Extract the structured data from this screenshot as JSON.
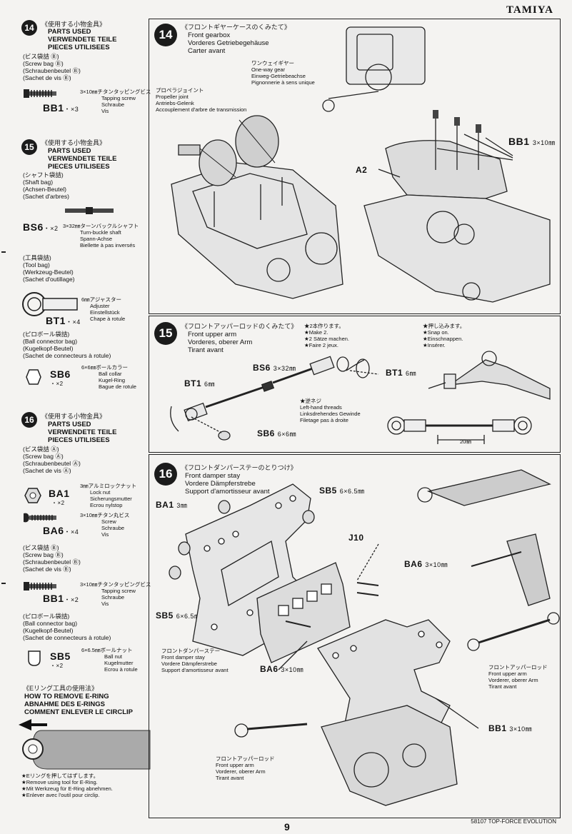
{
  "brand": "TAMIYA",
  "page_number": "9",
  "footer": "58107 TOP-FORCE EVOLUTION",
  "left": {
    "s14": {
      "num": "14",
      "jp": "《使用する小物金具》",
      "hdr": [
        "PARTS USED",
        "VERWENDETE TEILE",
        "PIECES UTILISEES"
      ],
      "bag_jp": "(ビス袋詰 Ⓑ)",
      "bag": [
        "(Screw bag Ⓑ)",
        "(Schraubenbeutel Ⓑ)",
        "(Sachet de vis Ⓑ)"
      ],
      "part_jp": "3×10㎜チタンタッピングビス",
      "part_desc": [
        "Tapping screw",
        "Schraube",
        "Vis"
      ],
      "code": "BB1",
      "qty": "・×3"
    },
    "s15": {
      "num": "15",
      "jp": "《使用する小物金具》",
      "hdr": [
        "PARTS USED",
        "VERWENDETE TEILE",
        "PIECES UTILISEES"
      ],
      "shaft_jp": "(シャフト袋詰)",
      "shaft": [
        "(Shaft bag)",
        "(Achsen-Beutel)",
        "(Sachet d'arbres)"
      ],
      "bs6_code": "BS6",
      "bs6_qty": "・×2",
      "bs6_jp": "3×32㎜ターンバックルシャフト",
      "bs6_desc": [
        "Turn-buckle shaft",
        "Spann-Achse",
        "Biellette à pas inversés"
      ],
      "tool_jp": "(工具袋詰)",
      "tool": [
        "(Tool bag)",
        "(Werkzeug-Beutel)",
        "(Sachet d'outillage)"
      ],
      "bt1_jp": "6㎜アジャスター",
      "bt1_desc": [
        "Adjuster",
        "Einstellstück",
        "Chape à rotule"
      ],
      "bt1_code": "BT1",
      "bt1_qty": "・×4",
      "ball_jp": "(ピロボール袋詰)",
      "ball": [
        "(Ball connector bag)",
        "(Kugelkopf-Beutel)",
        "(Sachet de connecteurs à rotule)"
      ],
      "sb6_jp": "6×6㎜ボールカラー",
      "sb6_desc": [
        "Ball collar",
        "Kugel-Ring",
        "Bague de rotule"
      ],
      "sb6_code": "SB6",
      "sb6_qty": "・×2"
    },
    "s16": {
      "num": "16",
      "jp": "《使用する小物金具》",
      "hdr": [
        "PARTS USED",
        "VERWENDETE TEILE",
        "PIECES UTILISEES"
      ],
      "bagA_jp": "(ビス袋詰 Ⓐ)",
      "bagA": [
        "(Screw bag Ⓐ)",
        "(Schraubenbeutel Ⓐ)",
        "(Sachet de vis Ⓐ)"
      ],
      "ba1_jp": "3㎜アルミロックナット",
      "ba1_desc": [
        "Lock nut",
        "Sicherungsmutter",
        "Ecrou nylstop"
      ],
      "ba1_code": "BA1",
      "ba1_qty": "・×2",
      "ba6_jp": "3×10㎜チタン丸ビス",
      "ba6_desc": [
        "Screw",
        "Schraube",
        "Vis"
      ],
      "ba6_code": "BA6",
      "ba6_qty": "・×4",
      "bagB_jp": "(ビス袋詰 Ⓑ)",
      "bagB": [
        "(Screw bag Ⓑ)",
        "(Schraubenbeutel Ⓑ)",
        "(Sachet de vis Ⓑ)"
      ],
      "bb1_jp": "3×10㎜チタンタッピングビス",
      "bb1_desc": [
        "Tapping screw",
        "Schraube",
        "Vis"
      ],
      "bb1_code": "BB1",
      "bb1_qty": "・×2",
      "ball_jp": "(ピロボール袋詰)",
      "ball": [
        "(Ball connector bag)",
        "(Kugelkopf-Beutel)",
        "(Sachet de connecteurs à rotule)"
      ],
      "sb5_jp": "6×6.5㎜ボールナット",
      "sb5_desc": [
        "Ball nut",
        "Kugelmutter",
        "Ecrou à rotule"
      ],
      "sb5_code": "SB5",
      "sb5_qty": "・×2"
    },
    "ering": {
      "jp": "《Eリング工具の使用法》",
      "hdr": [
        "HOW TO REMOVE E-RING",
        "ABNAHME DES E-RINGS",
        "COMMENT ENLEVER LE CIRCLIP"
      ],
      "note_jp": "★Eリングを押してはずします。",
      "notes": [
        "★Remove using tool for E-Ring.",
        "★Mit Werkzeug für E-Ring abnehmen.",
        "★Enlever avec l'outil pour circlip."
      ]
    }
  },
  "panel14": {
    "num": "14",
    "jp": "《フロントギヤーケースのくみたて》",
    "title": [
      "Front gearbox",
      "Vorderes Getriebegehäuse",
      "Carter avant"
    ],
    "oneway_jp": "ワンウェイギヤー",
    "oneway": [
      "One-way gear",
      "Einweg-Getriebeachse",
      "Pignonnerie à sens unique"
    ],
    "prop_jp": "プロペラジョイント",
    "prop": [
      "Propeller joint",
      "Antriebs-Gelenk",
      "Accouplement d'arbre de transmission"
    ],
    "bb1_code": "BB1",
    "bb1_size": "3×10㎜",
    "a2": "A2"
  },
  "panel15": {
    "num": "15",
    "jp": "《フロントアッパーロッドのくみたて》",
    "title": [
      "Front upper arm",
      "Vorderes, oberer Arm",
      "Tirant avant"
    ],
    "make_jp": "★2本作ります。",
    "make": [
      "★Make 2.",
      "★2 Sätze machen.",
      "★Faire 2 jeux."
    ],
    "snap_jp": "★押し込みます。",
    "snap": [
      "★Snap on.",
      "★Einschnappen.",
      "★Insérer."
    ],
    "bs6_label": "BS6",
    "bs6_size": "3×32㎜",
    "bt1_label_a": "BT1",
    "bt1_size_a": "6㎜",
    "bt1_label_b": "BT1",
    "bt1_size_b": "6㎜",
    "sb6_label": "SB6",
    "sb6_size": "6×6㎜",
    "thread_jp": "★逆ネジ",
    "thread": [
      "Left-hand threads",
      "Linksdrehendes Gewinde",
      "Filetage pas à droite"
    ],
    "dim": "20㎜"
  },
  "panel16": {
    "num": "16",
    "jp": "《フロントダンパーステーのとりつけ》",
    "title": [
      "Front damper stay",
      "Vordere Dämpferstrebe",
      "Support d'amortisseur avant"
    ],
    "ba1_label": "BA1",
    "ba1_size": "3㎜",
    "sb5_label_a": "SB5",
    "sb5_size_a": "6×6.5㎜",
    "j10": "J10",
    "ba6_label_a": "BA6",
    "ba6_size_a": "3×10㎜",
    "sb5_label_b": "SB5",
    "sb5_size_b": "6×6.5㎜",
    "stay_jp": "フロントダンパーステー",
    "stay": [
      "Front damper stay",
      "Vordere Dämpferstrebe",
      "Support d'amortisseur avant"
    ],
    "ba6_label_b": "BA6",
    "ba6_size_b": "3×10㎜",
    "arm_jp_a": "フロントアッパーロッド",
    "arm_a": [
      "Front upper arm",
      "Vorderer, oberer Arm",
      "Tirant avant"
    ],
    "bb1_label": "BB1",
    "bb1_size": "3×10㎜",
    "arm_jp_b": "フロントアッパーロッド",
    "arm_b": [
      "Front upper arm",
      "Vorderer, oberer Arm",
      "Tirant avant"
    ]
  }
}
